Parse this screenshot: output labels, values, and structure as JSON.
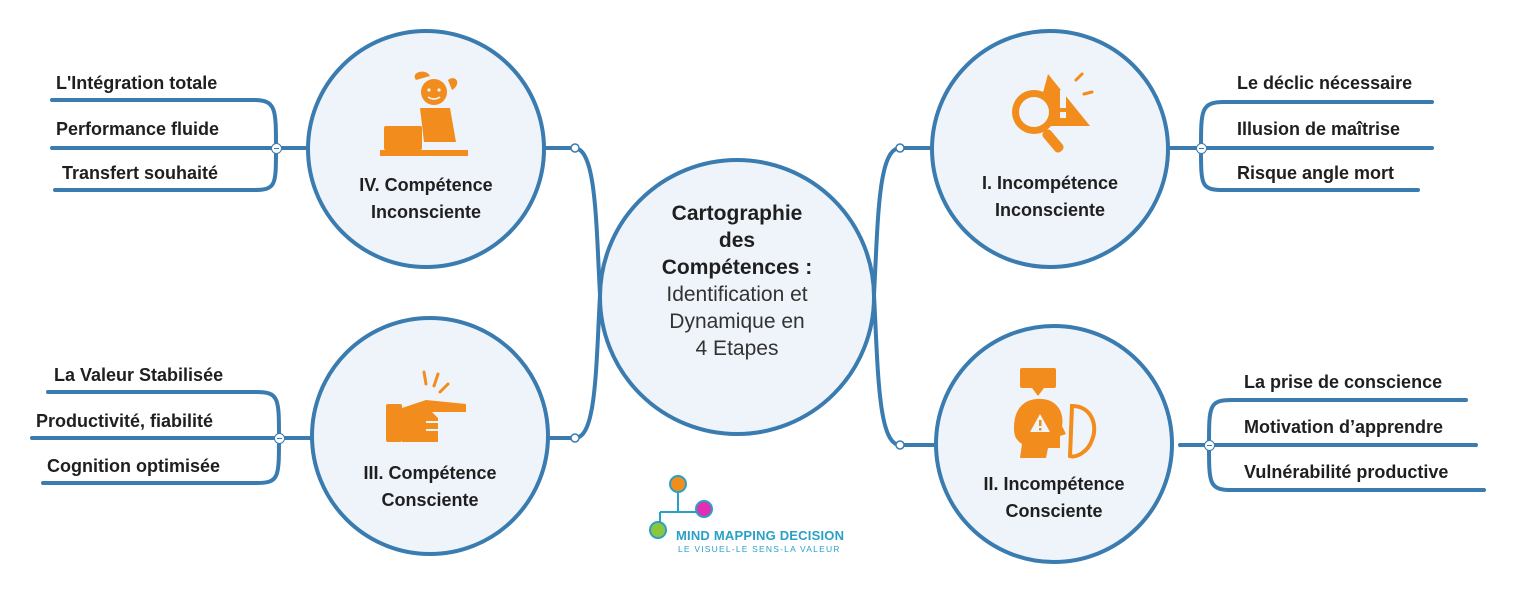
{
  "center": {
    "title": "Cartographie\ndes\nCompétences :",
    "subtitle": "Identification et\nDynamique en\n4 Etapes"
  },
  "stages": {
    "s1": {
      "label": "I.  Incompétence\nInconsciente",
      "leaves": [
        "Le déclic nécessaire",
        "Illusion de maîtrise",
        "Risque angle mort"
      ],
      "icon": "magnifier-alert-icon"
    },
    "s2": {
      "label": "II.  Incompétence\nConsciente",
      "leaves": [
        "La prise de conscience",
        "Motivation d’apprendre",
        "Vulnérabilité productive"
      ],
      "icon": "head-alert-icon"
    },
    "s3": {
      "label": "III.  Compétence\nConsciente",
      "leaves": [
        "La Valeur Stabilisée",
        "Productivité, fiabilité",
        "Cognition optimisée"
      ],
      "icon": "hand-pointing-icon"
    },
    "s4": {
      "label": "IV.  Compétence\nInconsciente",
      "leaves": [
        "L'Intégration totale",
        "Performance fluide",
        "Transfert souhaité"
      ],
      "icon": "relaxed-person-laptop-icon"
    }
  },
  "logo": {
    "name": "MIND MAPPING DECISION",
    "tagline": "LE VISUEL-LE SENS-LA VALEUR"
  },
  "colors": {
    "line": "#3a7bb0",
    "circle_fill": "#eef4f9",
    "icon_orange": "#f28c1c",
    "logo_blue": "#2aa0c6"
  }
}
